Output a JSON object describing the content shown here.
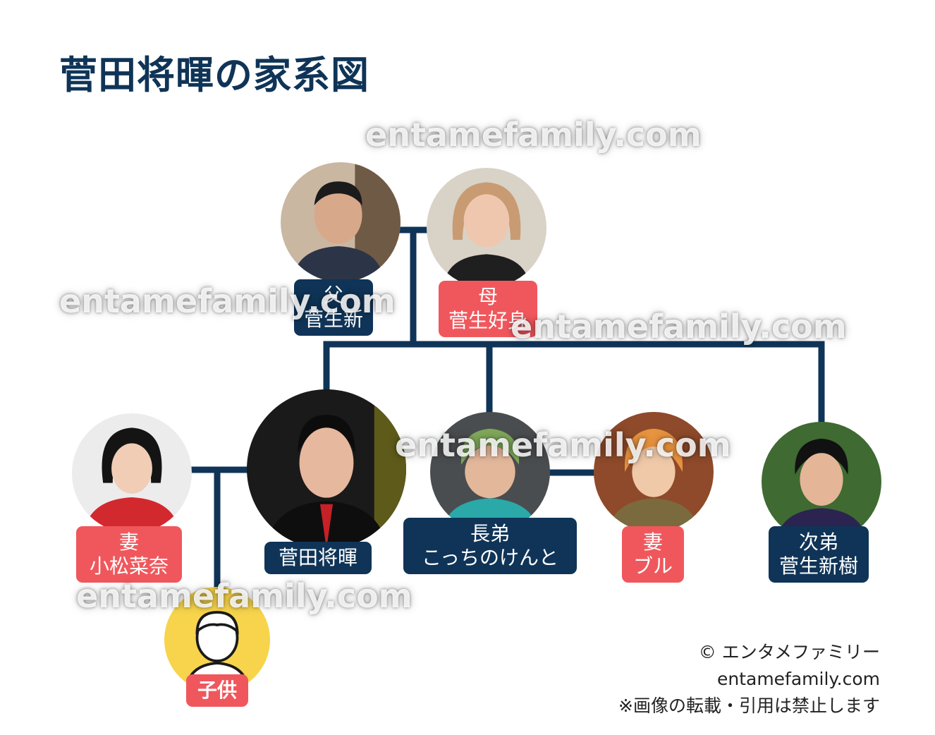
{
  "title": "菅田将暉の家系図",
  "watermark": "entamefamily.com",
  "people": {
    "father": {
      "role": "父",
      "name": "菅生新"
    },
    "mother": {
      "role": "母",
      "name": "菅生好身"
    },
    "self": {
      "name": "菅田将暉"
    },
    "wife": {
      "role": "妻",
      "name": "小松菜奈"
    },
    "brother1": {
      "role": "長弟",
      "name": "こっちのけんと"
    },
    "brother1_wife": {
      "role": "妻",
      "name": "ブル"
    },
    "brother2": {
      "role": "次弟",
      "name": "菅生新樹"
    },
    "child": {
      "name": "子供"
    }
  },
  "credit": {
    "line1": "© エンタメファミリー",
    "line2": "entamefamily.com",
    "line3": "※画像の転載・引用は禁止します"
  },
  "colors": {
    "navy": "#0f3457",
    "red": "#f0575c",
    "child_bg": "#f7d44c"
  }
}
